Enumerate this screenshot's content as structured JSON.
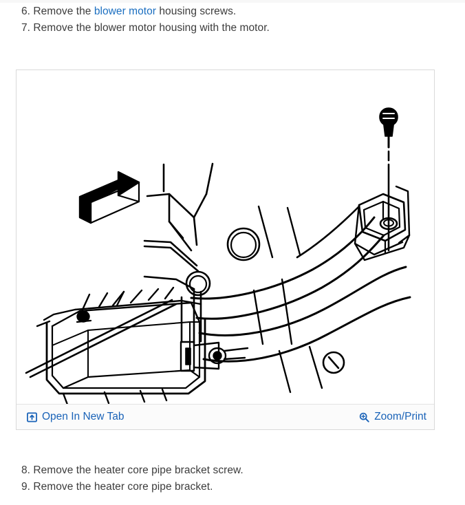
{
  "document": {
    "steps_upper": [
      {
        "number": "6.",
        "pre": " Remove the ",
        "link": "blower motor",
        "post": " housing screws."
      },
      {
        "number": "7.",
        "pre": " Remove the blower motor housing with the motor.",
        "link": "",
        "post": ""
      }
    ],
    "steps_lower": [
      {
        "number": "8.",
        "pre": " Remove the heater core pipe bracket screw.",
        "link": "",
        "post": ""
      },
      {
        "number": "9.",
        "pre": " Remove the heater core pipe bracket.",
        "link": "",
        "post": ""
      }
    ]
  },
  "figure": {
    "alt": "Line drawing of heater core pipe bracket with screwdriver removing bracket screw",
    "toolbar": {
      "open_new_tab_label": "Open In New Tab",
      "open_new_tab_icon": "external-window-icon",
      "zoom_print_label": "Zoom/Print",
      "zoom_print_icon": "magnifier-plus-icon"
    }
  },
  "colors": {
    "link": "#1a6ec0",
    "toolbar_link": "#1a63b8",
    "text": "#3c3c3c",
    "panel_border": "#d9d9d9",
    "toolbar_bg": "#fbfbfb",
    "page_bg": "#ffffff",
    "line_art": "#000000"
  }
}
